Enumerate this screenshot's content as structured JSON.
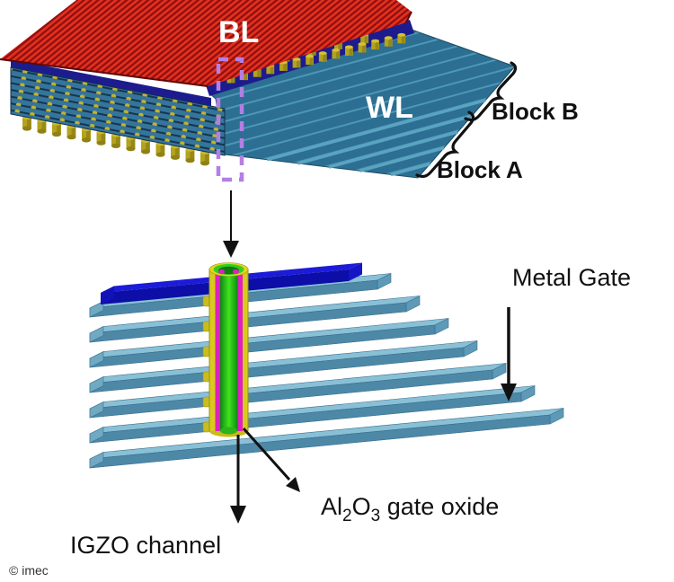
{
  "overview": {
    "bl_label": "BL",
    "wl_label": "WL",
    "block_b_label": "Block B",
    "block_a_label": "Block A"
  },
  "detail": {
    "metal_gate_label": "Metal Gate",
    "gate_oxide": {
      "pre": "Al",
      "sub1": "2",
      "mid": "O",
      "sub2": "3",
      "post": " gate oxide"
    },
    "igzo_label": "IGZO channel"
  },
  "credit": "© imec",
  "colors": {
    "bit_line_red": "#e5301e",
    "bit_line_red_dark": "#8e1010",
    "bl_routing_navy": "#1c1c8e",
    "word_line_teal": "#2c6f93",
    "word_line_ridge": "#4c97b5",
    "via_yellow": "#b3a31f",
    "detail_layer_top": "#8ac0d6",
    "detail_layer_front": "#4d88a7",
    "detail_bitline_blue": "#1b1bd8",
    "gate_oxide_yellow": "#d9ca1e",
    "igzo_green": "#3fe31f",
    "interlayer_magenta": "#e020c0",
    "highlight_purple": "#b37fe3",
    "annotation_black": "#111111"
  }
}
